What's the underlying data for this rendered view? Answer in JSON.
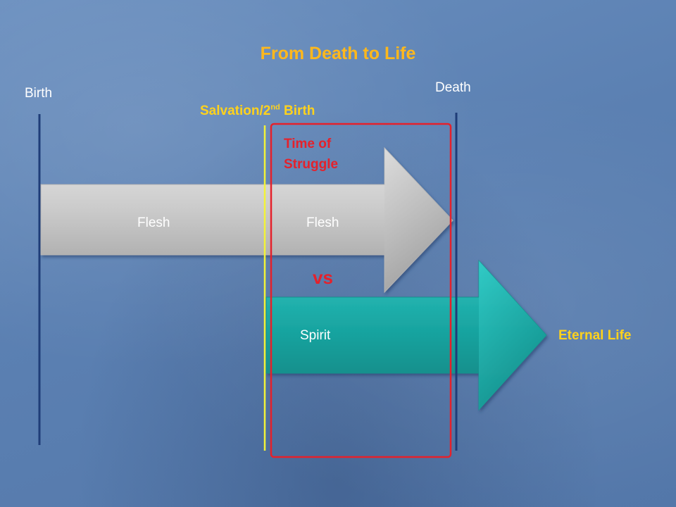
{
  "title": "From Death to Life",
  "labels": {
    "birth": "Birth",
    "death": "Death",
    "salvation_main": "Salvation/2",
    "salvation_sup": "nd",
    "salvation_end": " Birth",
    "time_of": "Time of",
    "struggle": "Struggle",
    "flesh_left": "Flesh",
    "flesh_right": "Flesh",
    "vs": "vs",
    "spirit": "Spirit",
    "eternal_life": "Eternal Life"
  },
  "colors": {
    "title": "#ffb81c",
    "birth_death_lines": "#1f3d78",
    "salvation_line": "#f2f238",
    "struggle_box": "#e5212b",
    "flesh_arrow": "#c4c4c4",
    "spirit_arrow": "#1aa39f",
    "eternal_life": "#ffd21c"
  }
}
